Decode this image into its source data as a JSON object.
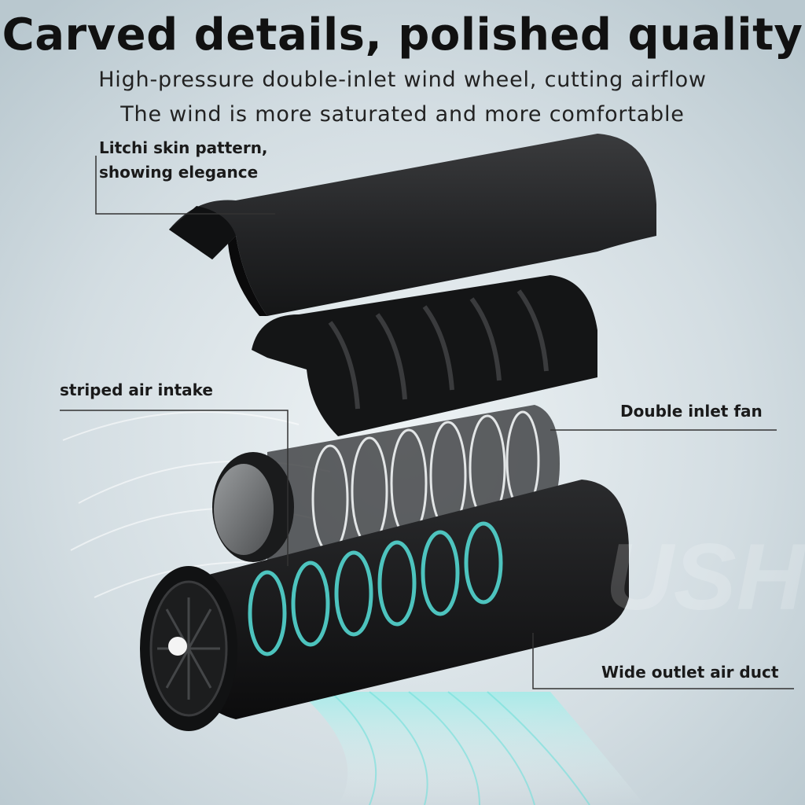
{
  "header": {
    "title": "Carved details, polished quality",
    "subtitle_line1": "High-pressure double-inlet wind wheel, cutting airflow",
    "subtitle_line2": "The wind is more saturated and more comfortable"
  },
  "callouts": {
    "litchi_line1": "Litchi skin pattern,",
    "litchi_line2": "showing elegance",
    "striped": "striped air intake",
    "fan": "Double inlet fan",
    "outlet": "Wide outlet air duct"
  },
  "watermark": "USH",
  "colors": {
    "background": "#d6e0e4",
    "shell": "#1e1f21",
    "airflow": "#5fd3d0"
  }
}
